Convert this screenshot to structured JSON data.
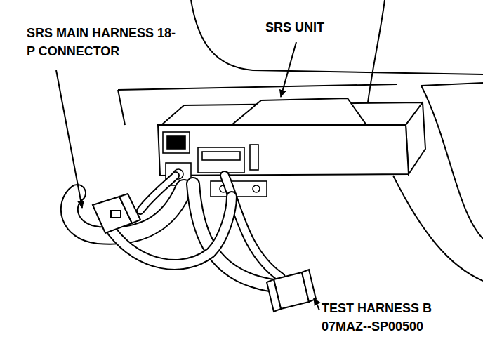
{
  "diagram": {
    "labels": [
      "SRS MAIN HARNESS 18-P CONNECTOR",
      "SRS UNIT",
      "TEST HARNESS B 07MAZ--SP00500"
    ]
  }
}
